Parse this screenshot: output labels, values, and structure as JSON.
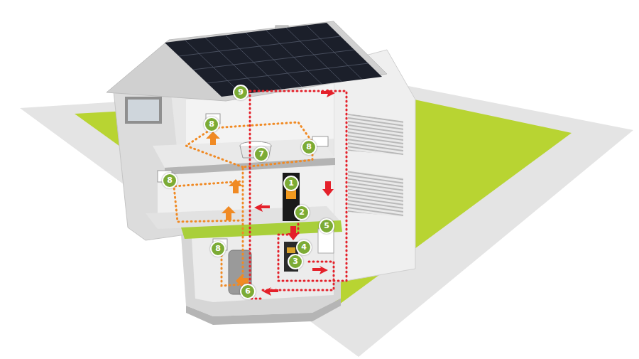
{
  "diagram": {
    "labels": [
      "9",
      "8",
      "7",
      "8",
      "8",
      "1",
      "2",
      "5",
      "4",
      "3",
      "8",
      "6"
    ]
  }
}
